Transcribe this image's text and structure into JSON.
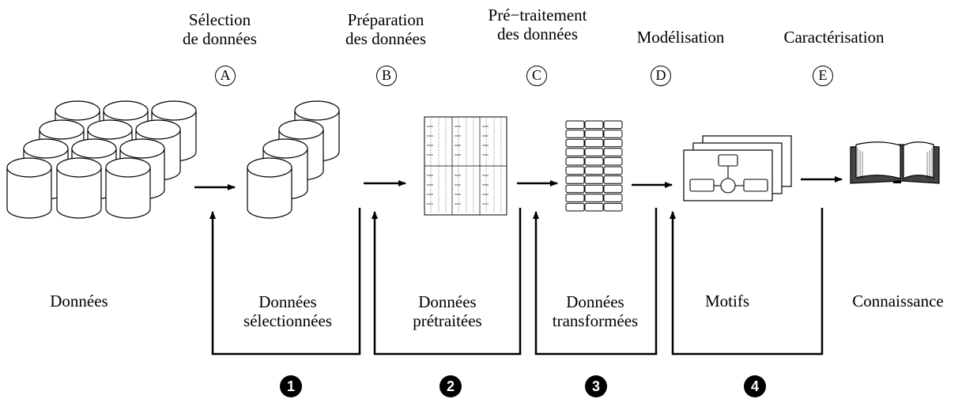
{
  "steps": [
    {
      "title_line1": "Sélection",
      "title_line2": "de données",
      "letter": "A"
    },
    {
      "title_line1": "Préparation",
      "title_line2": "des données",
      "letter": "B"
    },
    {
      "title_line1": "Pré−traitement",
      "title_line2": "des données",
      "letter": "C"
    },
    {
      "title_line1": "Modélisation",
      "letter": "D"
    },
    {
      "title_line1": "Caractérisation",
      "letter": "E"
    }
  ],
  "stages": [
    {
      "line1": "Données"
    },
    {
      "line1": "Données",
      "line2": "sélectionnées"
    },
    {
      "line1": "Données",
      "line2": "prétraitées"
    },
    {
      "line1": "Données",
      "line2": "transformées"
    },
    {
      "line1": "Motifs"
    },
    {
      "line1": "Connaissance"
    }
  ],
  "feedback_loops": [
    "1",
    "2",
    "3",
    "4"
  ]
}
